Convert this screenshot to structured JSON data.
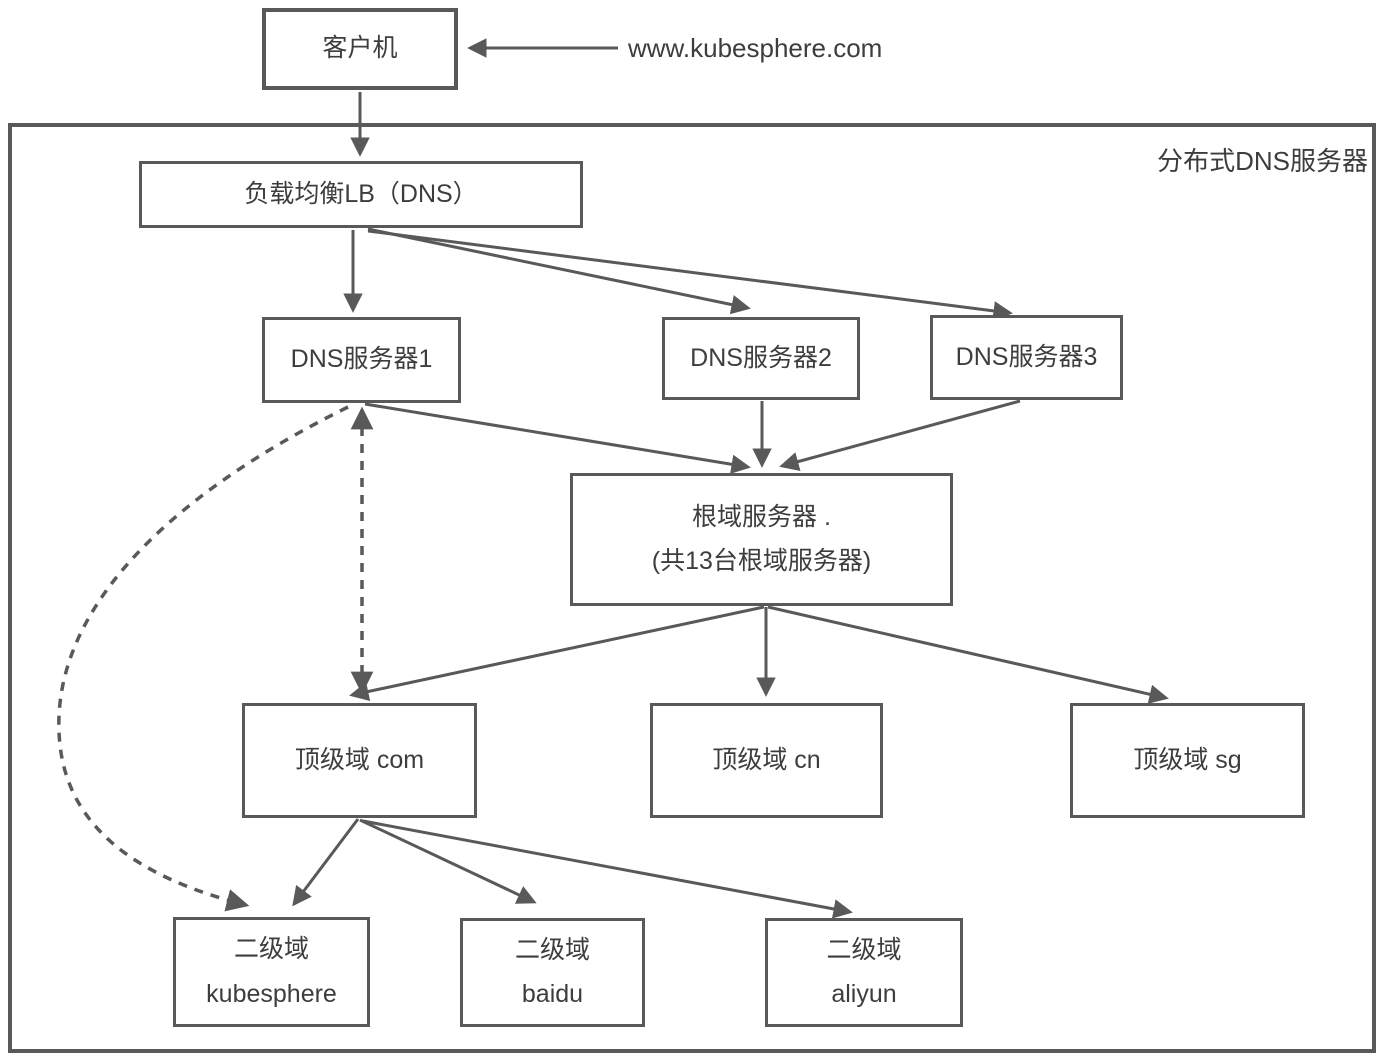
{
  "diagram": {
    "outer_label": "分布式DNS服务器",
    "query_label": "www.kubesphere.com",
    "nodes": {
      "client": {
        "label": "客户机"
      },
      "lb": {
        "label": "负载均衡LB（DNS）"
      },
      "dns1": {
        "label": "DNS服务器1"
      },
      "dns2": {
        "label": "DNS服务器2"
      },
      "dns3": {
        "label": "DNS服务器3"
      },
      "root": {
        "line1": "根域服务器 .",
        "line2": "(共13台根域服务器)"
      },
      "tld_com": {
        "label": "顶级域 com"
      },
      "tld_cn": {
        "label": "顶级域 cn"
      },
      "tld_sg": {
        "label": "顶级域 sg"
      },
      "sld_kubesphere": {
        "line1": "二级域",
        "line2": "kubesphere"
      },
      "sld_baidu": {
        "line1": "二级域",
        "line2": "baidu"
      },
      "sld_aliyun": {
        "line1": "二级域",
        "line2": "aliyun"
      }
    },
    "colors": {
      "line": "#595959",
      "text": "#3d3d3d",
      "background": "#ffffff"
    }
  }
}
